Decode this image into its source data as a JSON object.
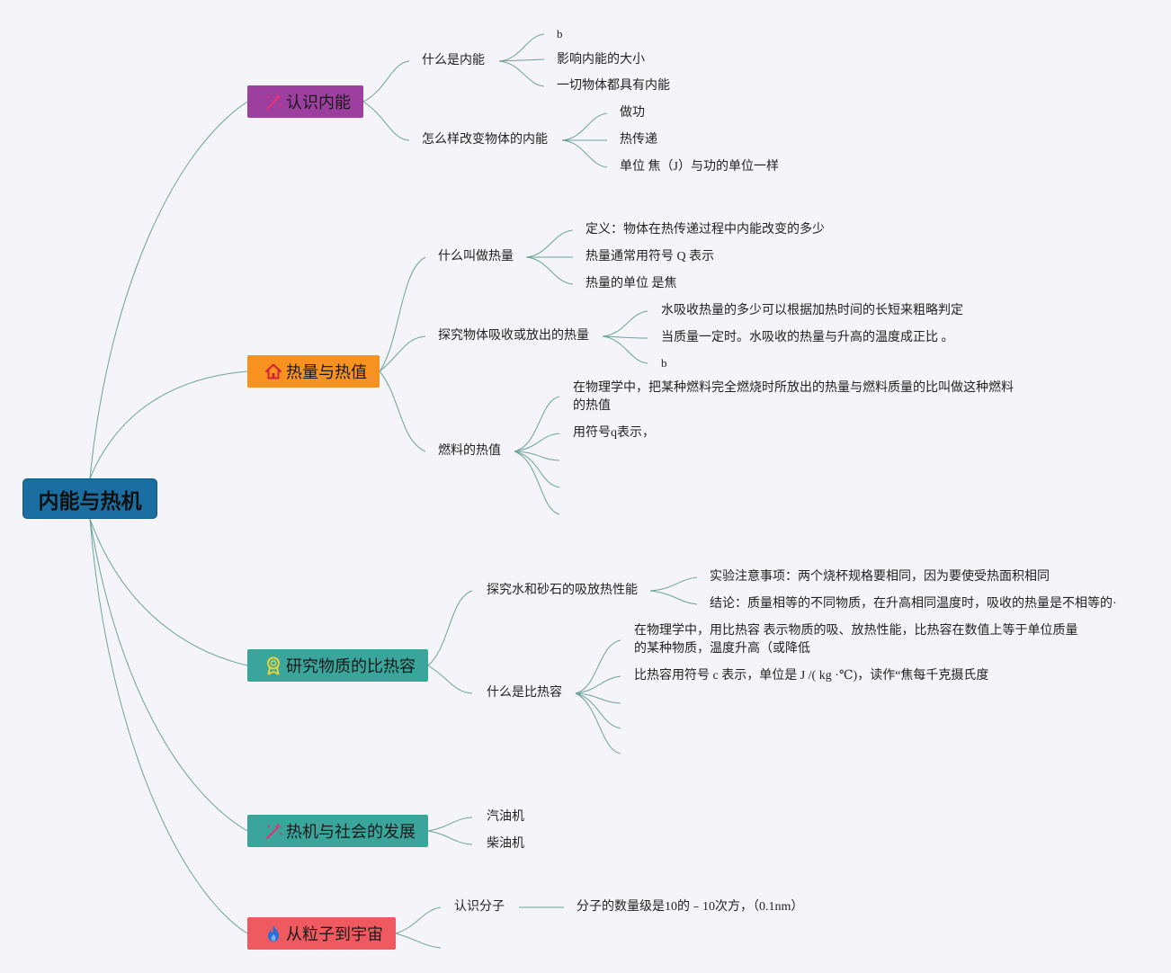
{
  "colors": {
    "root": "#1b6ea2",
    "branch1": "#9c3f9e",
    "branch2": "#f7921e",
    "branch3": "#3aa59b",
    "branch4": "#3aa59b",
    "branch5": "#ee5a60",
    "line": "#6aa39a",
    "background": "#f5f4f9"
  },
  "root": {
    "label": "内能与热机"
  },
  "branches": [
    {
      "label": "认识内能",
      "icon": "magic-wand-icon",
      "subs": [
        {
          "label": "什么是内能",
          "items": [
            "b",
            "影响内能的大小",
            "一切物体都具有内能"
          ]
        },
        {
          "label": "怎么样改变物体的内能",
          "items": [
            "做功",
            "热传递",
            "单位 焦（J）与功的单位一样"
          ]
        }
      ]
    },
    {
      "label": "热量与热值",
      "icon": "home-icon",
      "subs": [
        {
          "label": "什么叫做热量",
          "items": [
            "定义：物体在热传递过程中内能改变的多少",
            "热量通常用符号 Q 表示",
            "热量的单位 是焦"
          ]
        },
        {
          "label": "探究物体吸收或放出的热量",
          "items": [
            "水吸收热量的多少可以根据加热时间的长短来粗略判定",
            "当质量一定时。水吸收的热量与升高的温度成正比 。",
            "b"
          ]
        },
        {
          "label": "燃料的热值",
          "items": [
            "在物理学中，把某种燃料完全燃烧时所放出的热量与燃料质量的比叫做这种燃料的热值",
            "用符号q表示，"
          ]
        }
      ]
    },
    {
      "label": "研究物质的比热容",
      "icon": "award-icon",
      "subs": [
        {
          "label": "探究水和砂石的吸放热性能",
          "items": [
            "实验注意事项：两个烧杯规格要相同，因为要使受热面积相同",
            "结论：质量相等的不同物质，在升高相同温度时，吸收的热量是不相等的·"
          ]
        },
        {
          "label": "什么是比热容",
          "items": [
            "在物理学中，用比热容 表示物质的吸、放热性能，比热容在数值上等于单位质量的某种物质，温度升高（或降低",
            "比热容用符号 c 表示，单位是 J /( kg ·℃)，读作“焦每千克摄氏度"
          ]
        }
      ]
    },
    {
      "label": "热机与社会的发展",
      "icon": "magic-wand-icon",
      "subs": [
        {
          "label": "汽油机",
          "items": []
        },
        {
          "label": "柴油机",
          "items": []
        }
      ]
    },
    {
      "label": "从粒子到宇宙",
      "icon": "flame-icon",
      "subs": [
        {
          "label": "认识分子",
          "items": [
            "分子的数量级是10的﹣10次方，（0.1nm）"
          ]
        }
      ]
    }
  ]
}
